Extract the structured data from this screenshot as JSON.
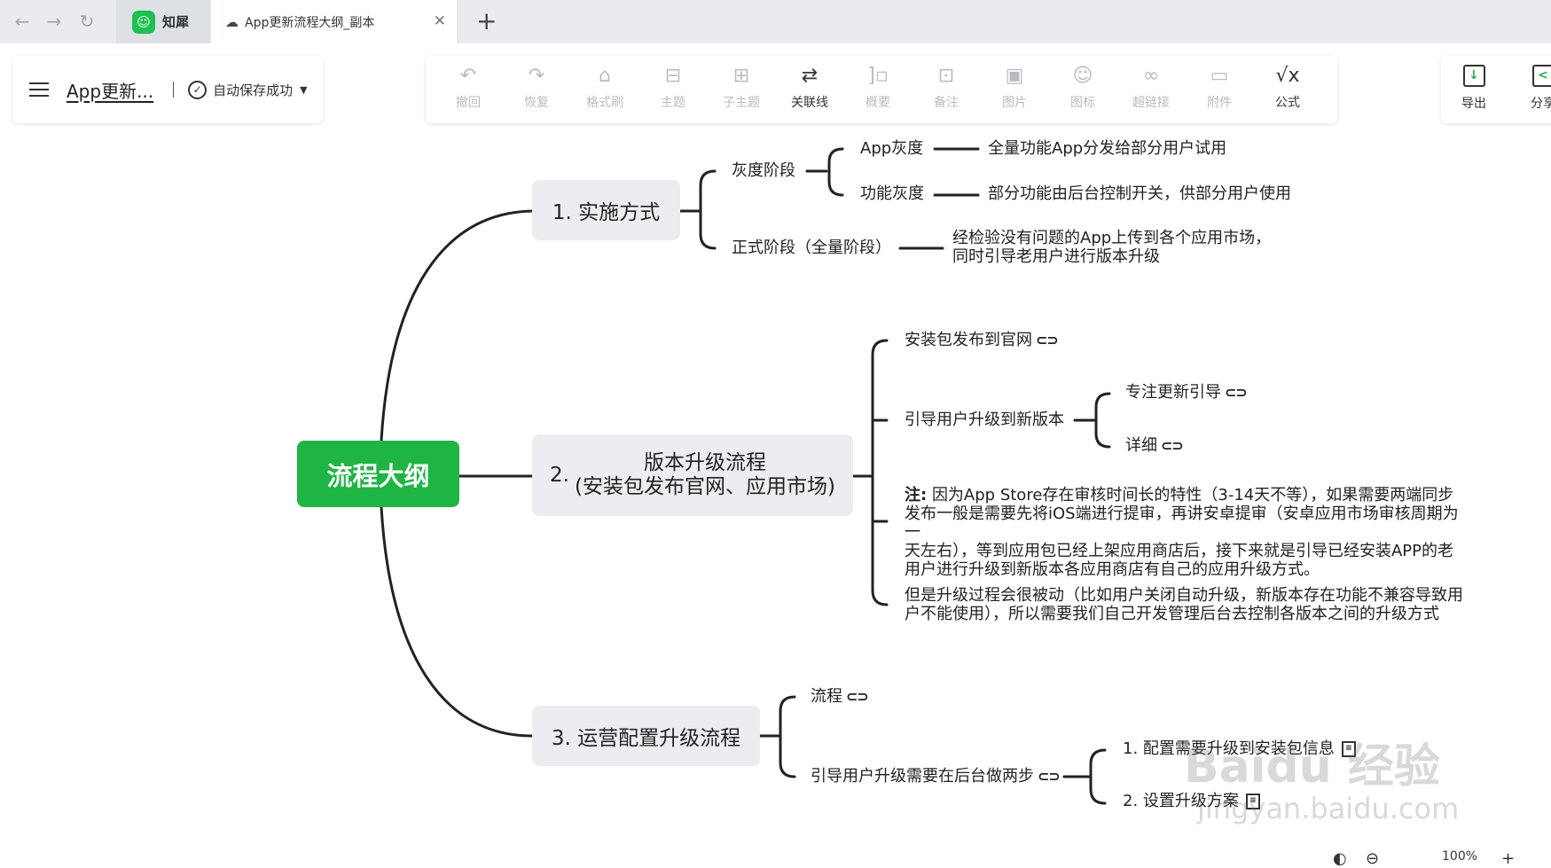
{
  "browser": {
    "back_icon": "arrow-left-icon",
    "forward_icon": "arrow-right-icon",
    "reload_icon": "reload-icon",
    "tabs": [
      {
        "label": "知犀",
        "icon": "zhixi-logo"
      },
      {
        "label": "App更新流程大纲_副本",
        "icon": "cloud-icon"
      }
    ],
    "new_tab": "+"
  },
  "header": {
    "doc_title": "App更新...",
    "save_status": "自动保存成功"
  },
  "toolbar": {
    "items": [
      {
        "label": "撤回",
        "icon": "↶",
        "enabled": false
      },
      {
        "label": "恢复",
        "icon": "↷",
        "enabled": false
      },
      {
        "label": "格式刷",
        "icon": "⌂",
        "enabled": false
      },
      {
        "label": "主题",
        "icon": "⊟",
        "enabled": false
      },
      {
        "label": "子主题",
        "icon": "⊞",
        "enabled": false
      },
      {
        "label": "关联线",
        "icon": "⇄",
        "enabled": true
      },
      {
        "label": "概要",
        "icon": "]▫",
        "enabled": false
      },
      {
        "label": "备注",
        "icon": "⊡",
        "enabled": false
      },
      {
        "label": "图片",
        "icon": "▣",
        "enabled": false
      },
      {
        "label": "图标",
        "icon": "☺",
        "enabled": false
      },
      {
        "label": "超链接",
        "icon": "∞",
        "enabled": false
      },
      {
        "label": "附件",
        "icon": "▭",
        "enabled": false
      },
      {
        "label": "公式",
        "icon": "√x",
        "enabled": true
      }
    ],
    "right": [
      {
        "label": "导出",
        "icon": "↓"
      },
      {
        "label": "分享",
        "icon": "<"
      }
    ]
  },
  "mindmap": {
    "root": "流程大纲",
    "b1": {
      "title": "1. 实施方式",
      "gray": "灰度阶段",
      "app_gray": "App灰度",
      "app_gray_desc": "全量功能App分发给部分用户试用",
      "func_gray": "功能灰度",
      "func_gray_desc": "部分功能由后台控制开关，供部分用户使用",
      "formal": "正式阶段（全量阶段）",
      "formal_desc_1": "经检验没有问题的App上传到各个应用市场，",
      "formal_desc_2": "同时引导老用户进行版本升级"
    },
    "b2": {
      "num": "2.",
      "title_1": "版本升级流程",
      "title_2": "(安装包发布官网、应用市场)",
      "publish": "安装包发布到官网",
      "guide": "引导用户升级到新版本",
      "focus": "专注更新引导",
      "detail": "详细",
      "note_label": "注:",
      "note_1": "因为App Store存在审核时间长的特性（3-14天不等），如果需要两端同步",
      "note_2": "发布一般是需要先将iOS端进行提审，再讲安卓提审（安卓应用市场审核周期为一",
      "note_3": "天左右），等到应用包已经上架应用商店后，接下来就是引导已经安装APP的老",
      "note_4": "用户进行升级到新版本各应用商店有自己的应用升级方式。",
      "passive_1": "但是升级过程会很被动（比如用户关闭自动升级，新版本存在功能不兼容导致用",
      "passive_2": "户不能使用），所以需要我们自己开发管理后台去控制各版本之间的升级方式"
    },
    "b3": {
      "title": "3. 运营配置升级流程",
      "flow": "流程",
      "guide": "引导用户升级需要在后台做两步",
      "step1": "1. 配置需要升级到安装包信息",
      "step2": "2. 设置升级方案"
    },
    "link_icon": "⊂⊃",
    "note_icon": "≡"
  },
  "watermark": {
    "brand": "Baidu 经验",
    "url": "jingyan.baidu.com"
  },
  "status": {
    "zoom": "100%"
  },
  "colors": {
    "accent": "#1fb545",
    "node_bg": "#ecedf0",
    "line": "#222222"
  }
}
